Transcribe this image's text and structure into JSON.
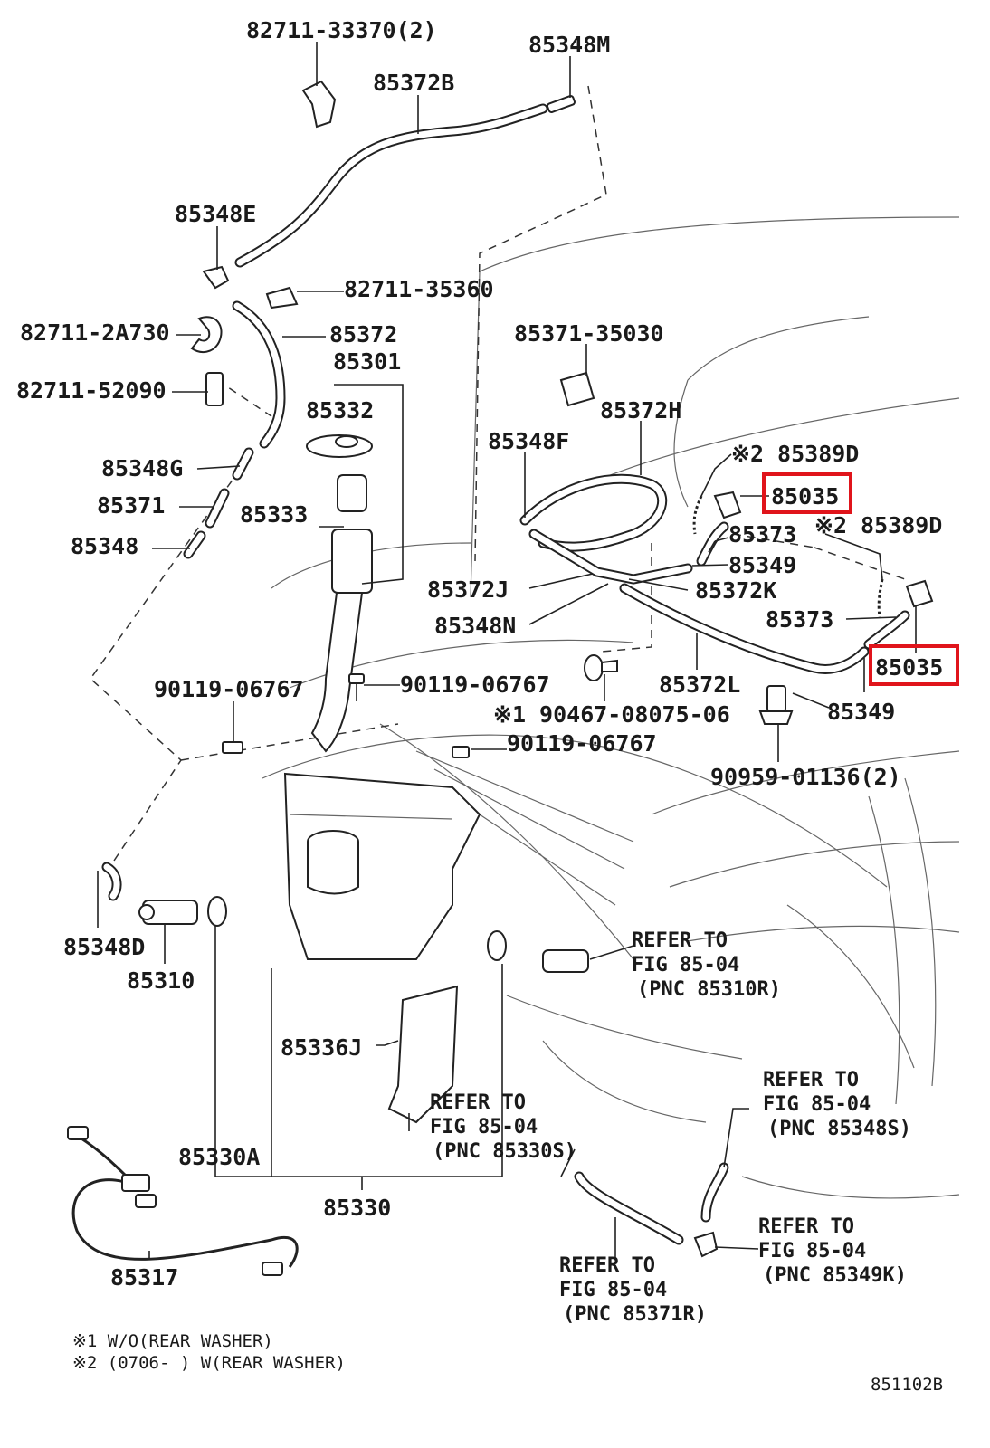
{
  "labels": {
    "p82711_33370": "82711-33370(2)",
    "p85348M": "85348M",
    "p85372B": "85372B",
    "p85348E": "85348E",
    "p82711_35360": "82711-35360",
    "p82711_2A730": "82711-2A730",
    "p85372": "85372",
    "p85301": "85301",
    "p85371_35030": "85371-35030",
    "p82711_52090": "82711-52090",
    "p85332": "85332",
    "p85372H": "85372H",
    "p85348F": "85348F",
    "p85389D_a": "※2 85389D",
    "p85348G": "85348G",
    "p85035_a": "85035",
    "p85371": "85371",
    "p85333": "85333",
    "p85373_a": "85373",
    "p85389D_b": "※2 85389D",
    "p85348": "85348",
    "p85349_a": "85349",
    "p85372J": "85372J",
    "p85372K": "85372K",
    "p85348N": "85348N",
    "p85373_b": "85373",
    "p85035_b": "85035",
    "p90119_06767_a": "90119-06767",
    "p90119_06767_b": "90119-06767",
    "p85372L": "85372L",
    "p90467": "※1 90467-08075-06",
    "p85349_b": "85349",
    "p90119_06767_c": "90119-06767",
    "p90959": "90959-01136(2)",
    "p85348D": "85348D",
    "p85310": "85310",
    "p85336J": "85336J",
    "p85330A": "85330A",
    "p85330": "85330",
    "p85317": "85317"
  },
  "refs": [
    {
      "line1": "REFER TO",
      "line2": "FIG 85-04",
      "line3": "(PNC 85310R)"
    },
    {
      "line1": "REFER TO",
      "line2": "FIG 85-04",
      "line3": "(PNC 85348S)"
    },
    {
      "line1": "REFER TO",
      "line2": "FIG 85-04",
      "line3": "(PNC 85330S)"
    },
    {
      "line1": "REFER TO",
      "line2": "FIG 85-04",
      "line3": "(PNC 85349K)"
    },
    {
      "line1": "REFER TO",
      "line2": "FIG 85-04",
      "line3": "(PNC 85371R)"
    }
  ],
  "notes": {
    "note1": "※1 W/O(REAR WASHER)",
    "note2": "※2 (0706-    ) W(REAR WASHER)"
  },
  "figure_code": "851102B",
  "highlight_color": "#e0141b"
}
